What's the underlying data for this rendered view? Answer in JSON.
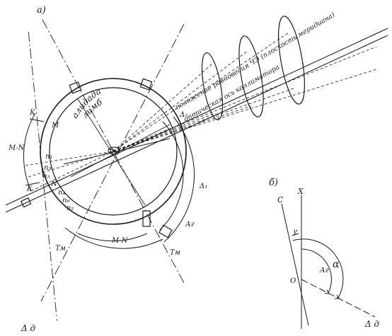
{
  "figure_a": {
    "panel_label": "а)",
    "alidade_label": "алидада",
    "limb_label": "лимб",
    "plane_label": "положение равновесия ЧЭ (плоскость меридиана)",
    "collimator_axis_label": "оптическая ось коллиматора",
    "label_M_top": "М",
    "label_K_top": "К",
    "label_MN": "М-N",
    "label_K_bottom": "К",
    "label_N": "N",
    "label_n1": "n₁",
    "label_n3": "n₃",
    "label_n5": "n₅",
    "label_n4": "n₄",
    "label_n6": "n₆",
    "label_n2": "n₂",
    "label_delta1": "Δ₁",
    "label_delta2": "Δ₂",
    "label_Ar": "Аг",
    "label_Tm_left": "Тм",
    "label_Tm_right": "Тм",
    "label_MN_bottom": "М-N",
    "label_delta_d": "Δ д"
  },
  "figure_b": {
    "panel_label": "б)",
    "label_C": "С",
    "label_X": "X",
    "label_gamma": "γ",
    "label_Ar": "Аг",
    "label_alpha": "α",
    "label_O": "О",
    "label_delta_d": "Δ д"
  },
  "colors": {
    "ink": "#1a1a1a",
    "background": "#ffffff"
  }
}
